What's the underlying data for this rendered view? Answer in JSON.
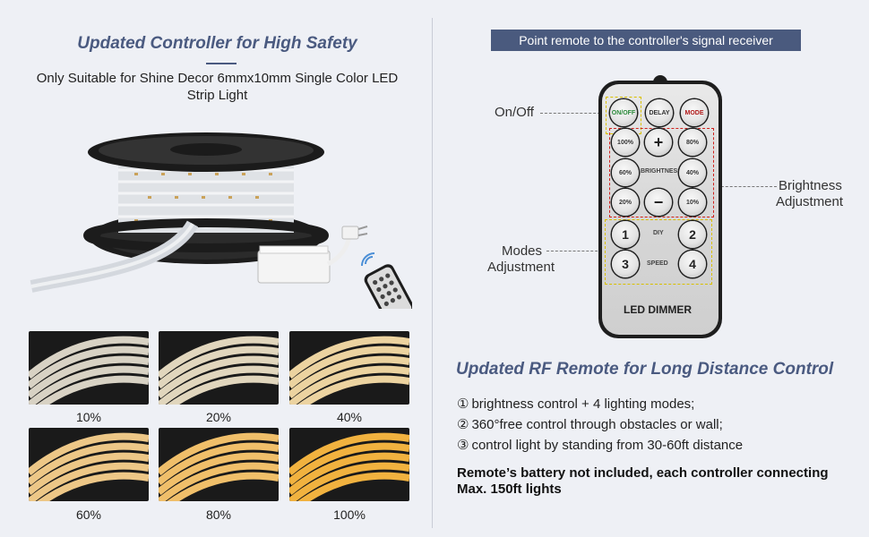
{
  "left": {
    "title": "Updated Controller for High Safety",
    "subtitle": "Only Suitable for Shine Decor 6mmx10mm Single Color LED Strip Light",
    "brightness_levels": [
      {
        "label": "10%",
        "color": "#d8d2c4"
      },
      {
        "label": "20%",
        "color": "#e1d6bd"
      },
      {
        "label": "40%",
        "color": "#ecd3a0"
      },
      {
        "label": "60%",
        "color": "#edc787"
      },
      {
        "label": "80%",
        "color": "#f0bf6a"
      },
      {
        "label": "100%",
        "color": "#f1b23f"
      }
    ]
  },
  "right": {
    "banner": "Point remote to the controller's signal receiver",
    "callouts": {
      "onoff": "On/Off",
      "brightness_line1": "Brightness",
      "brightness_line2": "Adjustment",
      "modes_line1": "Modes",
      "modes_line2": "Adjustment"
    },
    "remote": {
      "onoff": "ON/OFF",
      "delay": "DELAY",
      "mode": "MODE",
      "b100": "100%",
      "plus": "+",
      "b80": "80%",
      "b60": "60%",
      "brightness": "BRIGHTNESS",
      "b40": "40%",
      "b20": "20%",
      "minus": "−",
      "b10": "10%",
      "m1": "1",
      "diy": "DIY",
      "m2": "2",
      "m3": "3",
      "speed": "SPEED",
      "m4": "4",
      "brand": "LED DIMMER"
    },
    "title": "Updated RF Remote for Long Distance Control",
    "features": [
      {
        "num": "①",
        "text": "brightness control + 4 lighting modes;"
      },
      {
        "num": "②",
        "text": "360°free control through obstacles or wall;"
      },
      {
        "num": "③",
        "text": "control light by standing from 30-60ft distance"
      }
    ],
    "note": "Remote’s battery not included, each controller connecting Max. 150ft lights"
  }
}
